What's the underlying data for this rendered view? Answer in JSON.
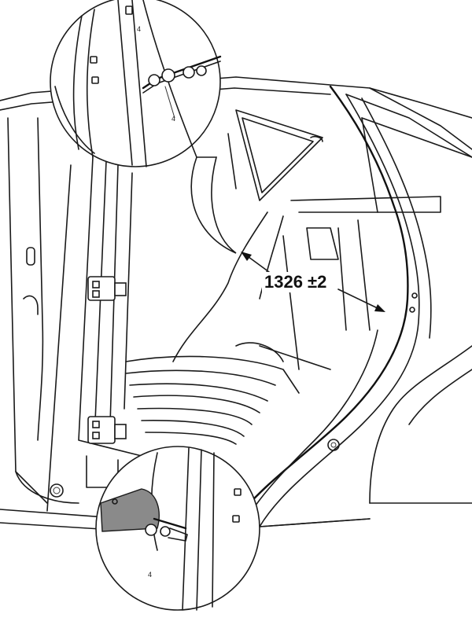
{
  "dimension": {
    "value_text": "1326 ±2"
  },
  "callout_markers": {
    "top_marks": [
      "4",
      "4"
    ],
    "bottom_mark": "4"
  }
}
